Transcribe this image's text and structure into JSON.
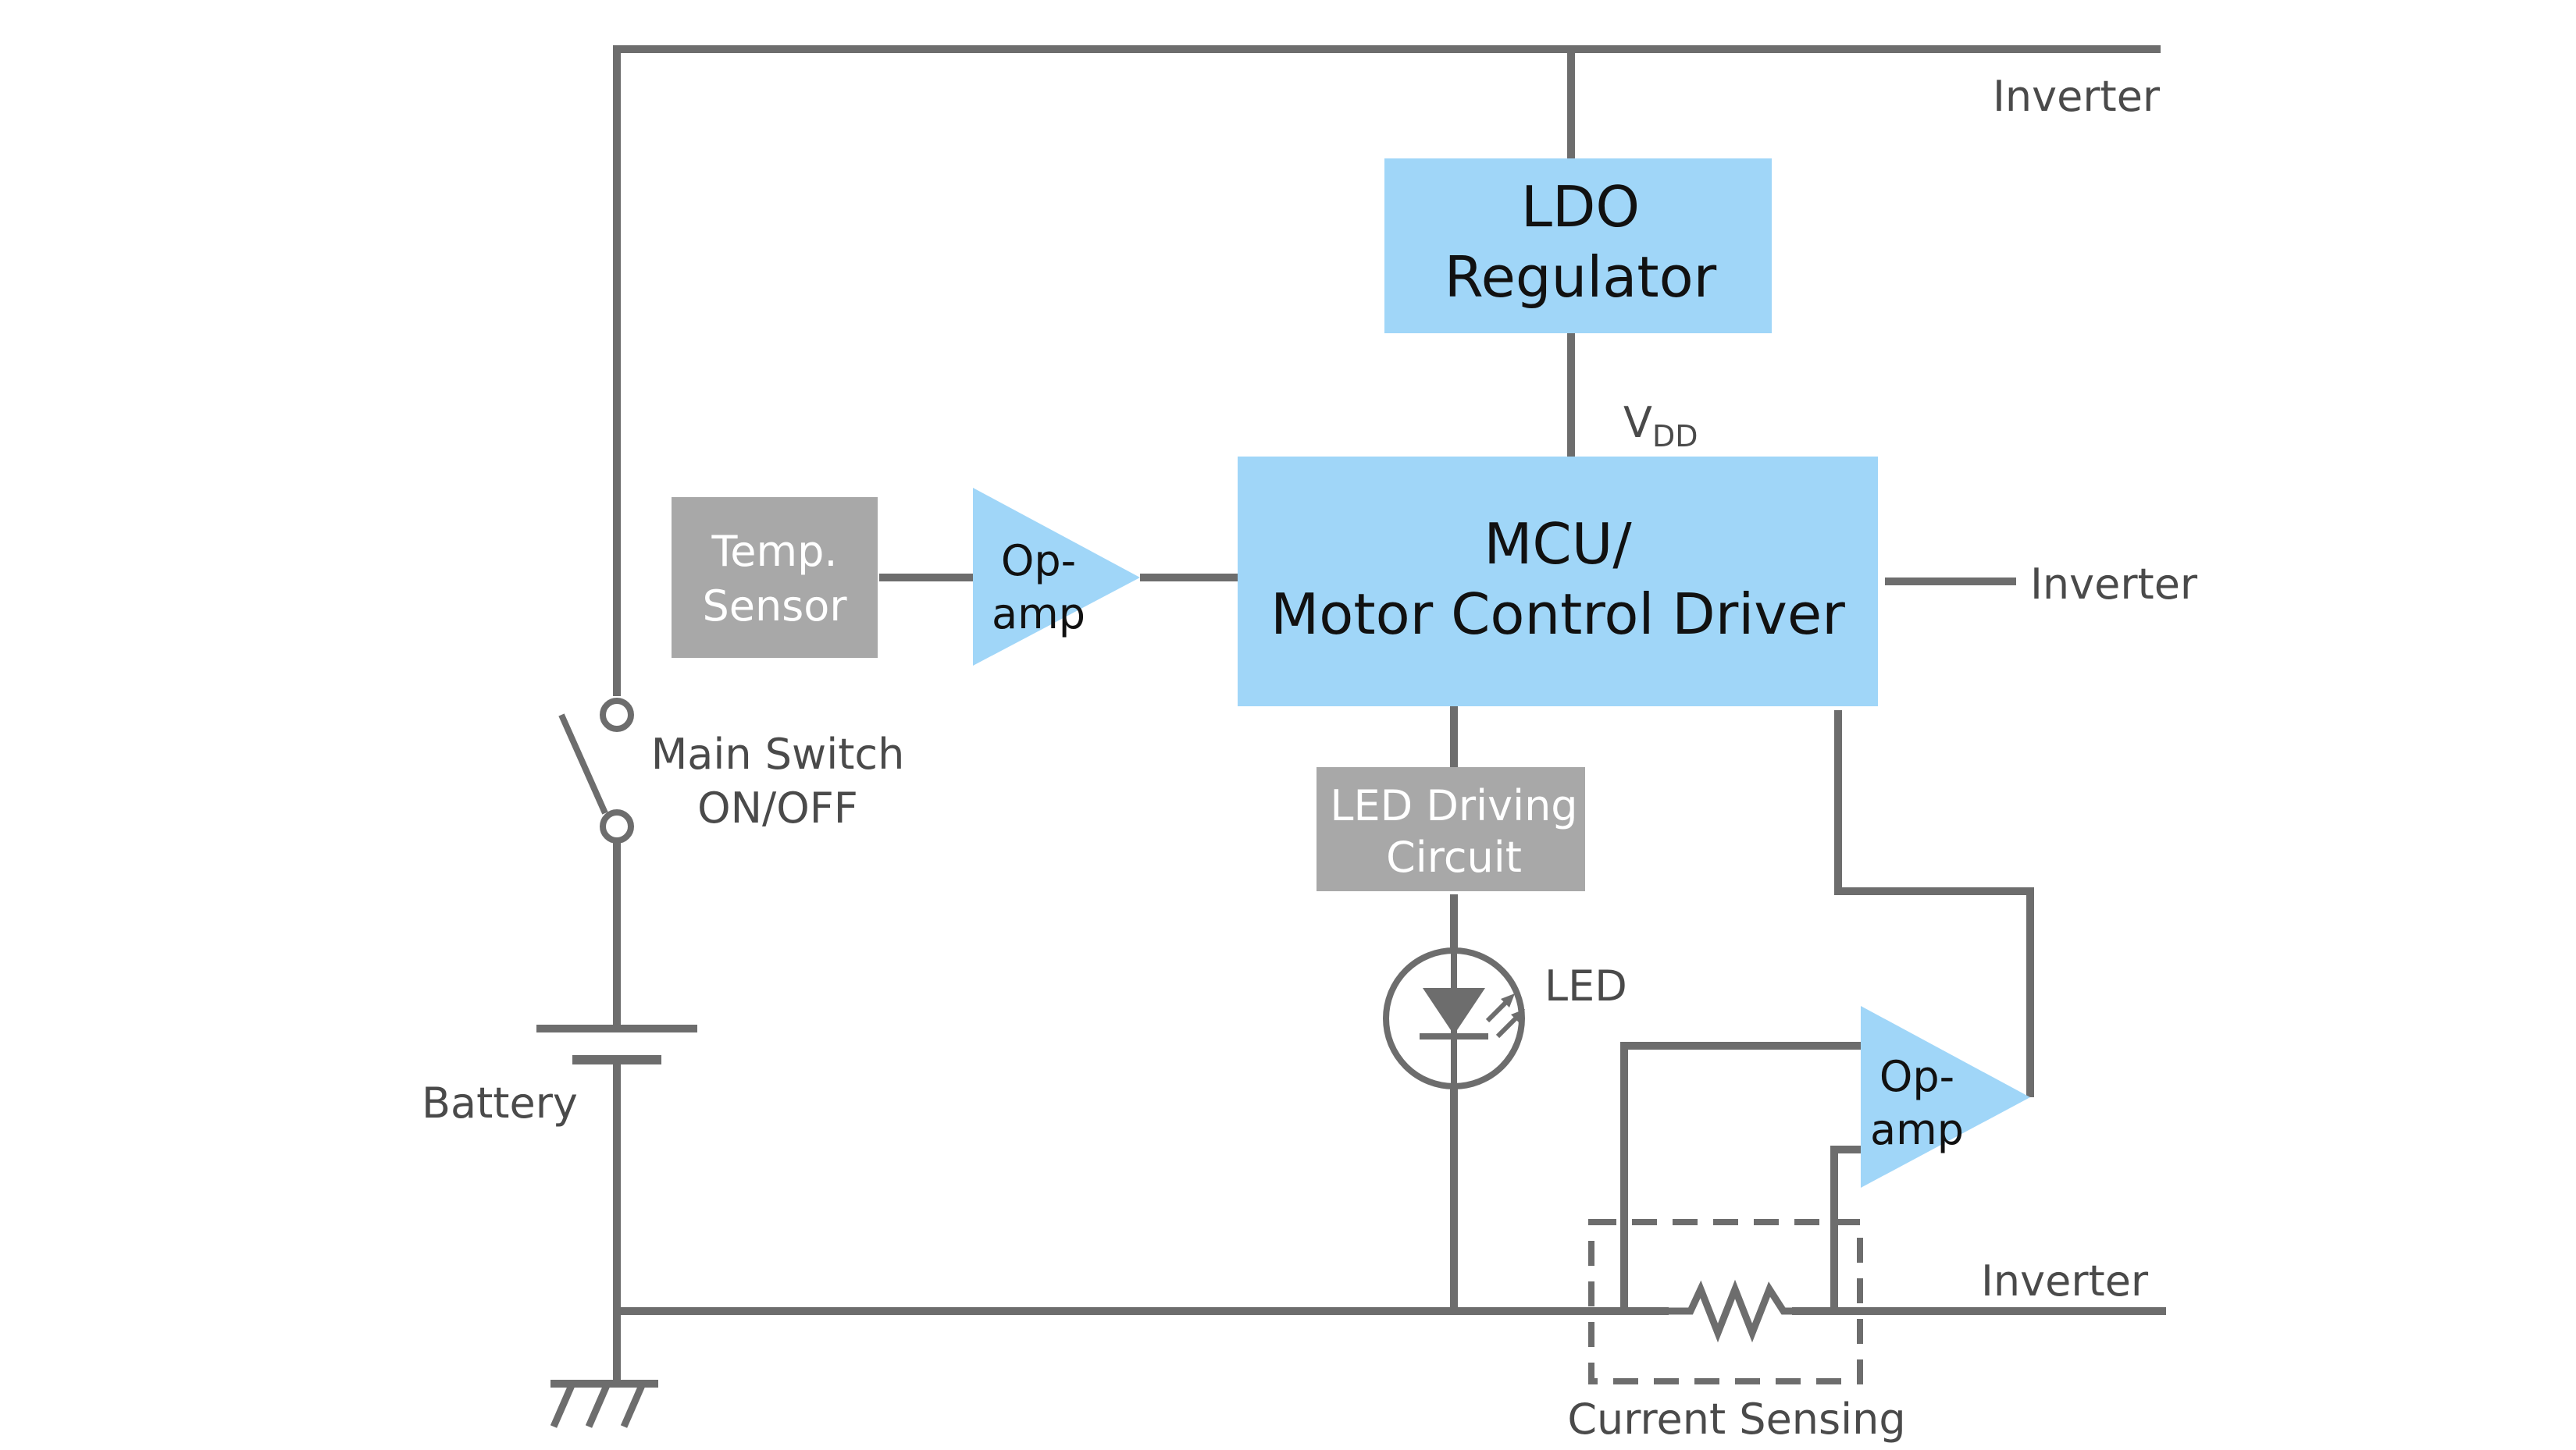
{
  "colors": {
    "wire": "#6d6d6d",
    "block_blue": "#a0d6f8",
    "block_gray": "#a8a8a8",
    "opamp_blue": "#a0d6f8",
    "text_dark": "#111111",
    "text_label": "#4a4a4a",
    "text_on_gray": "#ffffff"
  },
  "blocks": {
    "ldo": {
      "line1": "LDO",
      "line2": "Regulator"
    },
    "mcu": {
      "line1": "MCU/",
      "line2": "Motor Control Driver"
    },
    "temp_sensor": {
      "line1": "Temp.",
      "line2": "Sensor"
    },
    "led_driving": {
      "line1": "LED Driving",
      "line2": "Circuit"
    }
  },
  "opamps": {
    "upper": {
      "line1": "Op-",
      "line2": "amp"
    },
    "lower": {
      "line1": "Op-",
      "line2": "amp"
    }
  },
  "labels": {
    "inverter_top": "Inverter",
    "inverter_mid": "Inverter",
    "inverter_bottom": "Inverter",
    "vdd_main": "V",
    "vdd_sub": "DD",
    "main_switch_line1": "Main Switch",
    "main_switch_line2": "ON/OFF",
    "battery": "Battery",
    "led": "LED",
    "current_sensing": "Current Sensing"
  },
  "icons": {
    "switch": "switch-icon",
    "battery": "battery-icon",
    "ground": "ground-icon",
    "led": "led-icon",
    "resistor": "resistor-icon"
  }
}
